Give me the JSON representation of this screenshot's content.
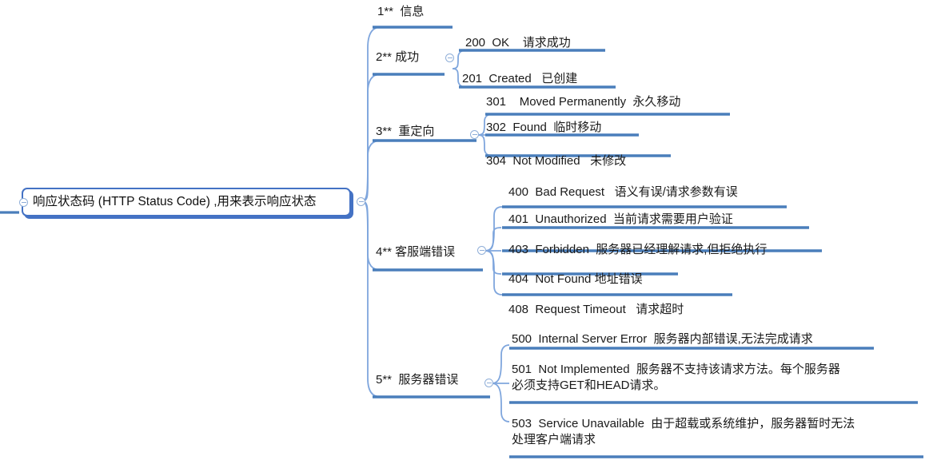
{
  "map": {
    "root": {
      "label": "响应状态码 (HTTP Status Code) ,用来表示响应状态"
    },
    "branches": [
      {
        "label": "1**  信息",
        "children": []
      },
      {
        "label": "2** 成功",
        "children": [
          {
            "label": "200  OK    请求成功"
          },
          {
            "label": "201  Created   已创建"
          }
        ]
      },
      {
        "label": "3**  重定向",
        "children": [
          {
            "label": "301    Moved Permanently  永久移动"
          },
          {
            "label": "302  Found  临时移动"
          },
          {
            "label": "304  Not Modified   未修改"
          }
        ]
      },
      {
        "label": "4** 客服端错误",
        "children": [
          {
            "label": "400  Bad Request   语义有误/请求参数有误"
          },
          {
            "label": "401  Unauthorized  当前请求需要用户验证"
          },
          {
            "label": "403  Forbidden  服务器已经理解请求,但拒绝执行"
          },
          {
            "label": "404  Not Found 地址错误"
          },
          {
            "label": "408  Request Timeout   请求超时"
          }
        ]
      },
      {
        "label": "5**  服务器错误",
        "children": [
          {
            "label": "500  Internal Server Error  服务器内部错误,无法完成请求"
          },
          {
            "label": "501  Not Implemented  服务器不支持该请求方法。每个服务器\n必须支持GET和HEAD请求。"
          },
          {
            "label": "503  Service Unavailable  由于超载或系统维护，服务器暂时无法\n处理客户端请求"
          }
        ]
      }
    ],
    "toggles": {
      "root_left": "collapse-toggle-root-left",
      "root_right": "collapse-toggle-root-right",
      "branch_2": "collapse-toggle-2xx",
      "branch_3": "collapse-toggle-3xx",
      "branch_4": "collapse-toggle-4xx",
      "branch_5": "collapse-toggle-5xx"
    },
    "colors": {
      "root_border": "#4472C4",
      "branch_line": "#7FA6DD",
      "underline": "#4A7EBB",
      "text": "#1A1A1A",
      "background": "#FFFFFF"
    }
  }
}
